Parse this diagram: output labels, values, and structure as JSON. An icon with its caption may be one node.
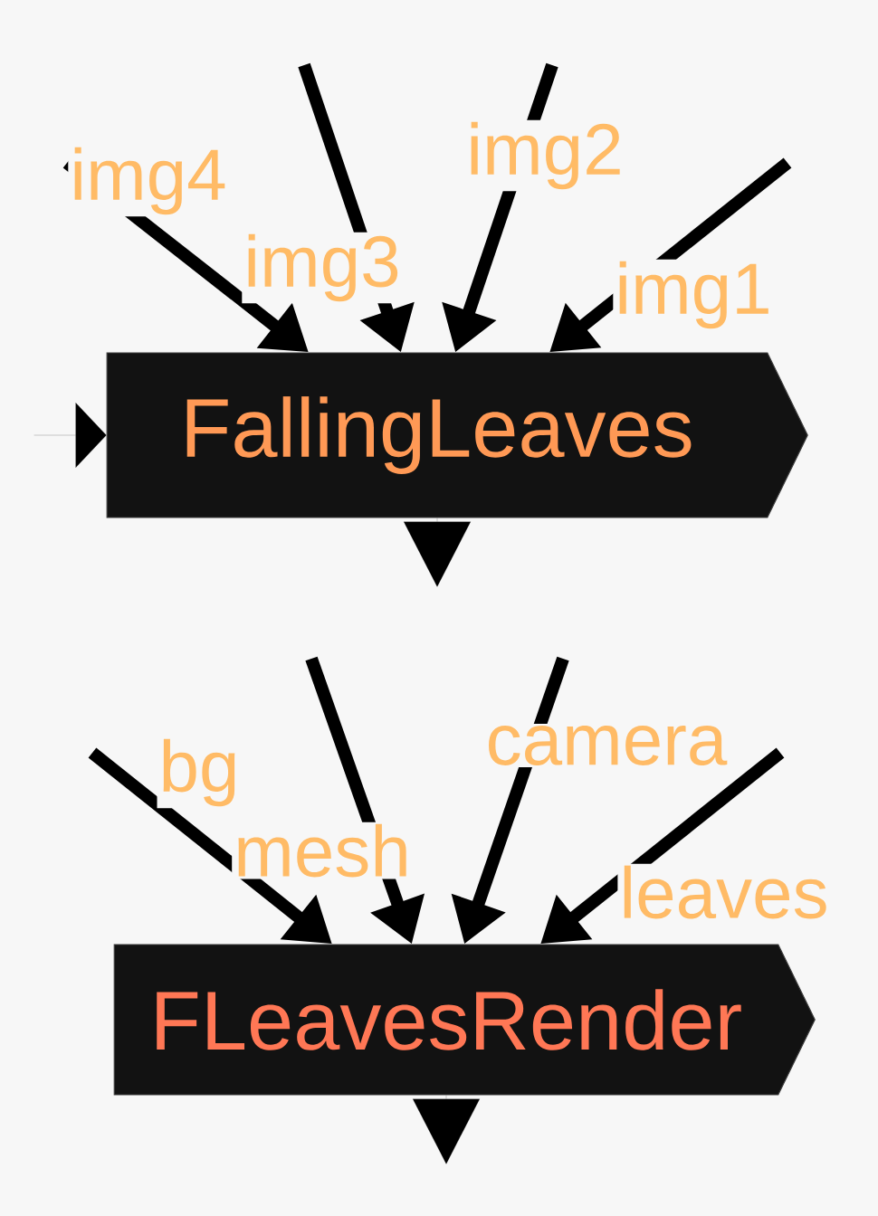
{
  "diagram": {
    "nodes": [
      {
        "text": [
          "FallingLeaves"
        ]
      },
      {
        "text": [
          "FLeavesRender"
        ]
      }
    ],
    "edges": [
      {
        "from": null,
        "to": 0,
        "arrow": "to",
        "label": "img4"
      },
      {
        "from": null,
        "to": 0,
        "arrow": "to",
        "label": "img3"
      },
      {
        "from": null,
        "to": 0,
        "arrow": "to",
        "label": "img2"
      },
      {
        "from": null,
        "to": 0,
        "arrow": "to",
        "label": "img1"
      },
      {
        "from": null,
        "to": 0,
        "arrow": "to"
      },
      {
        "from": 0,
        "to": null,
        "arrow": "to"
      },
      {
        "from": null,
        "to": 1,
        "arrow": "to",
        "label": "bg"
      },
      {
        "from": null,
        "to": 1,
        "arrow": "to",
        "label": "mesh"
      },
      {
        "from": null,
        "to": 1,
        "arrow": "to",
        "label": "camera"
      },
      {
        "from": null,
        "to": 1,
        "arrow": "to",
        "label": "leaves"
      },
      {
        "from": 1,
        "to": null,
        "arrow": "to"
      }
    ]
  }
}
